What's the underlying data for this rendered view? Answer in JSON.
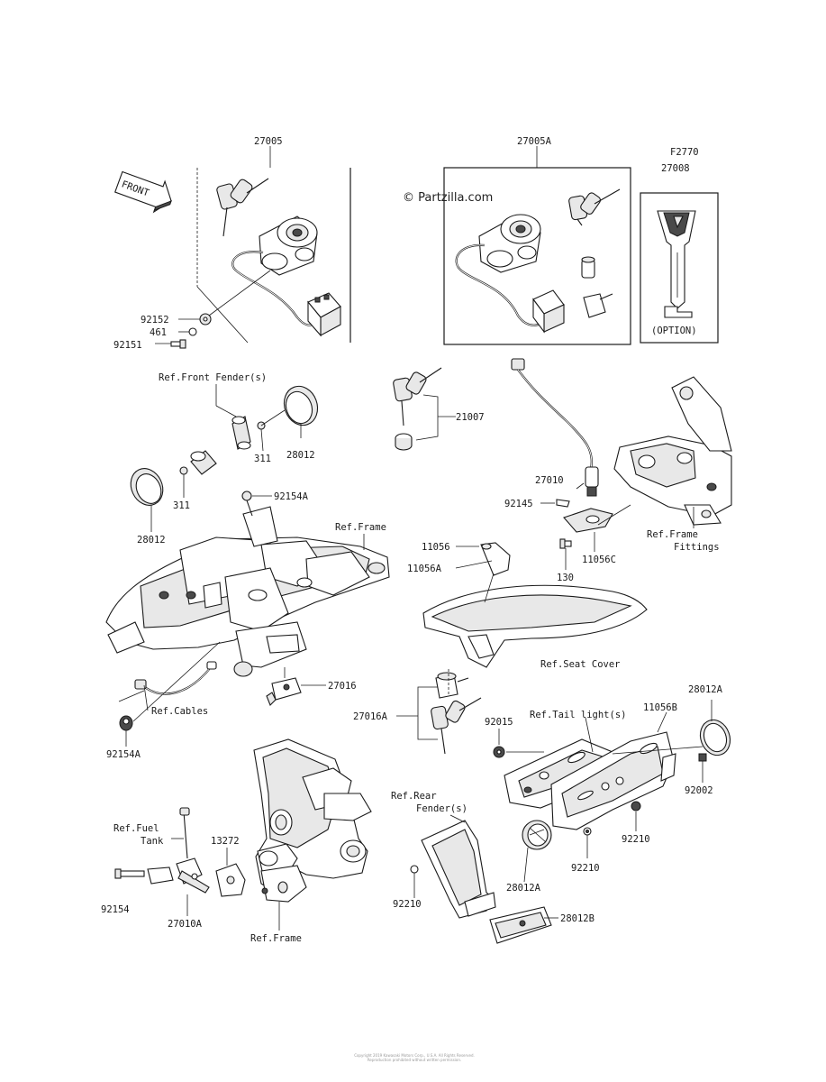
{
  "watermark": "© Partzilla.com",
  "footer_lines": [
    "Copyright 2019 Kawasaki Motors Corp., U.S.A. All Rights Reserved.",
    "Reproduction prohibited without written permission."
  ],
  "labels": {
    "p27005": "27005",
    "p27005a": "27005A",
    "f2770": "F2770",
    "p27008": "27008",
    "option": "(OPTION)",
    "front": "FRONT",
    "p92152": "92152",
    "p461": "461",
    "p92151": "92151",
    "ref_front_fender": "Ref.Front Fender(s)",
    "p21007": "21007",
    "p27010": "27010",
    "p311a": "311",
    "p28012a": "28012",
    "p311b": "311",
    "p28012b": "28012",
    "p92154a_top": "92154A",
    "ref_frame_top": "Ref.Frame",
    "p92145": "92145",
    "ref_frame_fittings_1": "Ref.Frame",
    "ref_frame_fittings_2": "Fittings",
    "p130": "130",
    "p11056c": "11056C",
    "p11056": "11056",
    "p11056a": "11056A",
    "ref_seat_cover": "Ref.Seat Cover",
    "p27016": "27016",
    "ref_cables": "Ref.Cables",
    "p92154a_bottom": "92154A",
    "p28012a_right": "28012A",
    "ref_tail_light": "Ref.Tail light(s)",
    "p11056b": "11056B",
    "p27016a": "27016A",
    "p92015": "92015",
    "p92002": "92002",
    "ref_rear_fender_1": "Ref.Rear",
    "ref_rear_fender_2": "Fender(s)",
    "p92210a": "92210",
    "p92210b": "92210",
    "ref_fuel_tank_1": "Ref.Fuel",
    "ref_fuel_tank_2": "Tank",
    "p13272": "13272",
    "p92154": "92154",
    "p27010a": "27010A",
    "ref_frame_bottom": "Ref.Frame",
    "p28012a_bottom": "28012A",
    "p92210c": "92210",
    "p28012b_bottom": "28012B"
  }
}
